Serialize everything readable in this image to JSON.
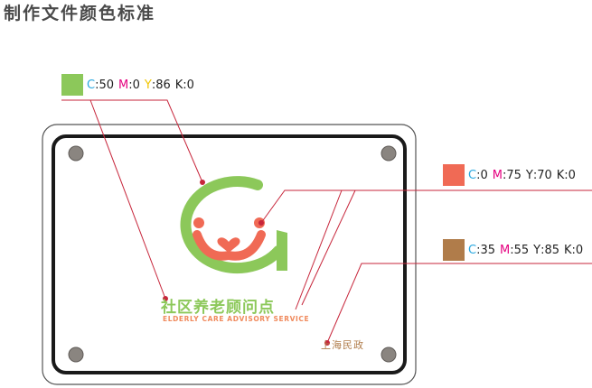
{
  "title": "制作文件颜色标准",
  "logo": {
    "name_cn": "社区养老顾问点",
    "name_en": "ELDERLY CARE ADVISORY SERVICE"
  },
  "agency": "上海民政",
  "colors": {
    "green": "#8cc85a",
    "orange": "#f06a55",
    "brown": "#b07c4a",
    "leader_line": "#c7263b"
  },
  "swatches": [
    {
      "name": "green",
      "c_key": "C",
      "c_val": ":50",
      "m_key": "M",
      "m_val": ":0",
      "y_key": "Y",
      "y_val": ":86",
      "k_key": "K",
      "k_val": ":0"
    },
    {
      "name": "orange",
      "c_key": "C",
      "c_val": ":0",
      "m_key": "M",
      "m_val": ":75",
      "y_key": "Y",
      "y_val": ":70",
      "k_key": "K",
      "k_val": ":0"
    },
    {
      "name": "brown",
      "c_key": "C",
      "c_val": ":35",
      "m_key": "M",
      "m_val": ":55",
      "y_key": "Y",
      "y_val": ":85",
      "k_key": "K",
      "k_val": ":0"
    }
  ]
}
